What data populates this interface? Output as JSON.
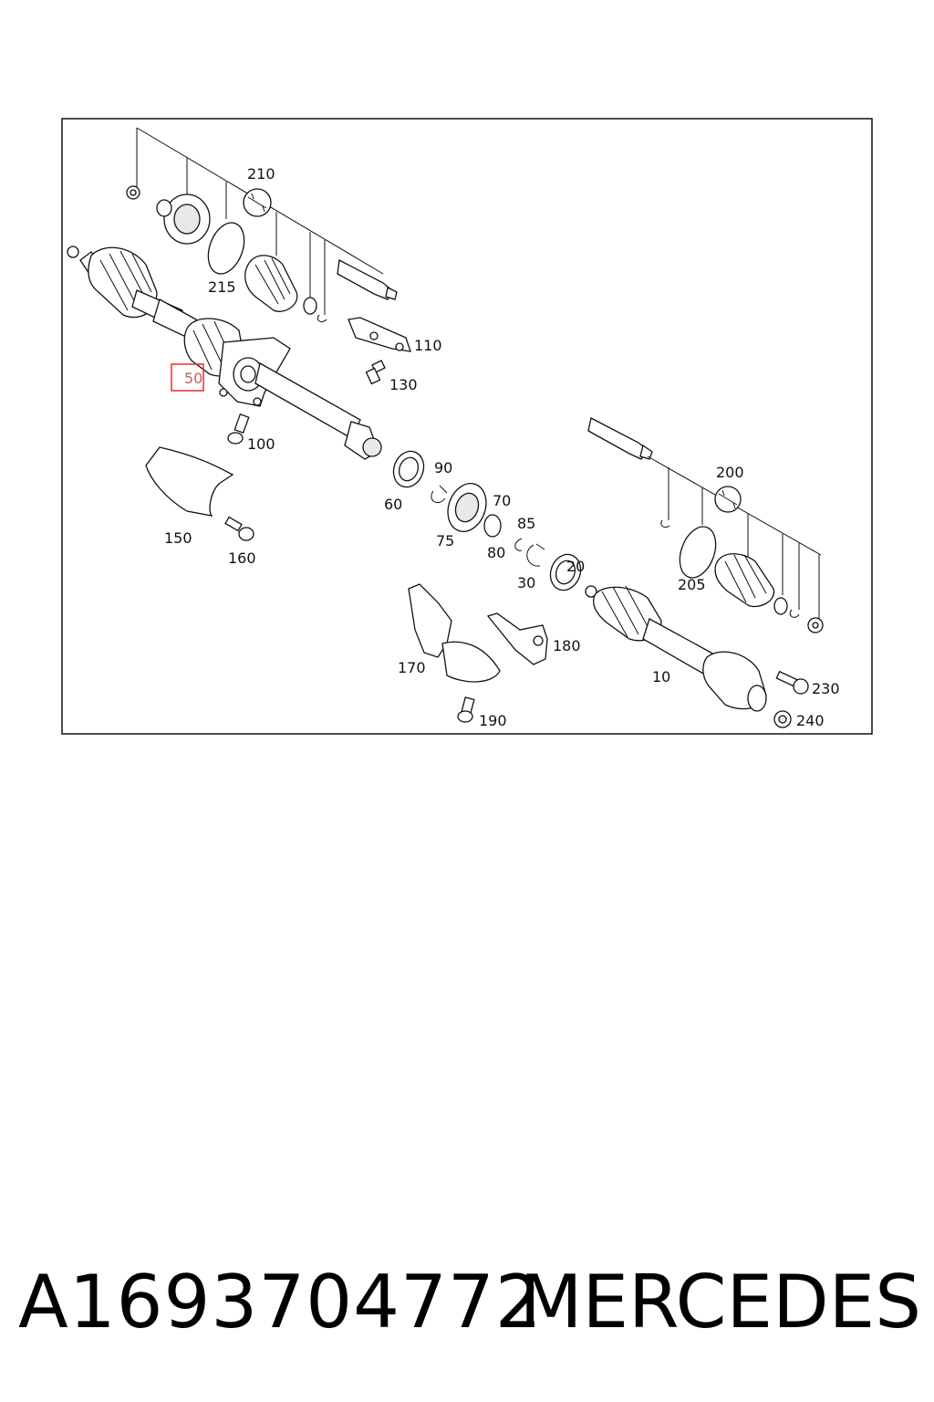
{
  "diagram": {
    "highlighted_callout": "50",
    "callouts": [
      "210",
      "215",
      "110",
      "50",
      "130",
      "100",
      "90",
      "60",
      "70",
      "85",
      "75",
      "80",
      "20",
      "30",
      "200",
      "205",
      "150",
      "160",
      "170",
      "180",
      "10",
      "230",
      "190",
      "240"
    ]
  },
  "footer": {
    "part_number": "A1693704772",
    "brand": "MERCEDES"
  },
  "colors": {
    "highlight": "#e03030",
    "line": "#111111"
  }
}
